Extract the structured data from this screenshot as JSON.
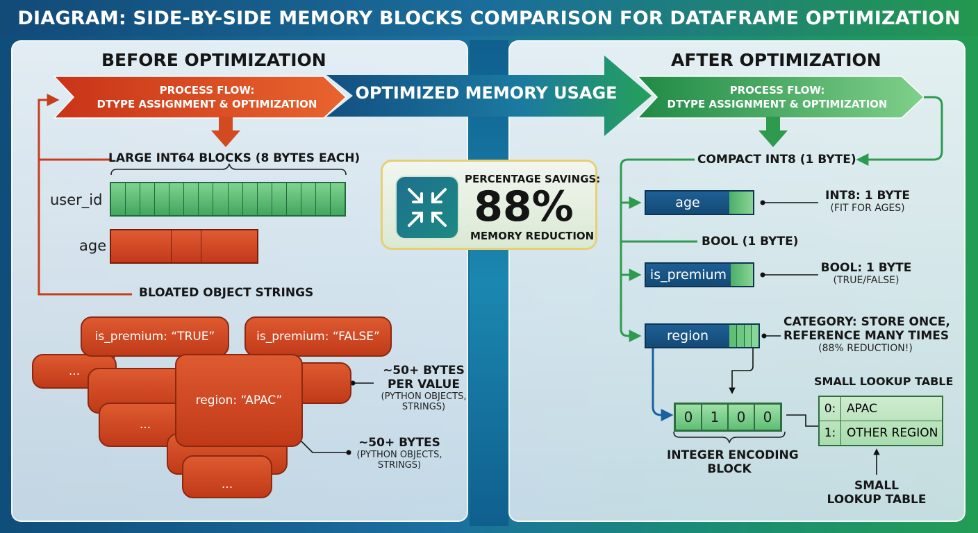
{
  "title": "DIAGRAM: SIDE-BY-SIDE MEMORY BLOCKS COMPARISON FOR DATAFRAME OPTIMIZATION",
  "before": {
    "header": "BEFORE OPTIMIZATION",
    "process_line1": "PROCESS FLOW:",
    "process_line2": "DTYPE ASSIGNMENT & OPTIMIZATION",
    "int64_label": "LARGE INT64 BLOCKS (8 BYTES EACH)",
    "field_user_id": "user_id",
    "field_age": "age",
    "strings_label": "BLOATED OBJECT STRINGS",
    "bubble_premium_true": "is_premium: “TRUE”",
    "bubble_premium_false": "is_premium: “FALSE”",
    "bubble_region": "region: “APAC”",
    "ellipsis": "...",
    "note1_title_1": "~50+ BYTES",
    "note1_title_2": "PER VALUE",
    "note1_sub_1": "(PYTHON OBJECTS,",
    "note1_sub_2": "STRINGS)",
    "note2_title": "~50+ BYTES",
    "note2_sub_1": "(PYTHON OBJECTS,",
    "note2_sub_2": "STRINGS)"
  },
  "center": {
    "banner": "OPTIMIZED MEMORY USAGE",
    "savings_label": "PERCENTAGE SAVINGS:",
    "savings_value": "88%",
    "savings_caption": "MEMORY REDUCTION",
    "icon": "compress-arrows-icon"
  },
  "after": {
    "header": "AFTER OPTIMIZATION",
    "process_line1": "PROCESS FLOW:",
    "process_line2": "DTYPE ASSIGNMENT & OPTIMIZATION",
    "int8_label": "COMPACT INT8 (1 BYTE)",
    "field_age": "age",
    "int8_note_1": "INT8: 1 BYTE",
    "int8_note_2": "(FIT FOR AGES)",
    "bool_label": "BOOL (1 BYTE)",
    "field_premium": "is_premium",
    "bool_note_1": "BOOL: 1 BYTE",
    "bool_note_2": "(TRUE/FALSE)",
    "field_region": "region",
    "cat_note_1": "CATEGORY: STORE ONCE,",
    "cat_note_2": "REFERENCE MANY TIMES",
    "cat_note_3": "(88% REDUCTION!)",
    "encoding": [
      "0",
      "1",
      "0",
      "0"
    ],
    "encoding_label_1": "INTEGER ENCODING",
    "encoding_label_2": "BLOCK",
    "lookup_title": "SMALL LOOKUP TABLE",
    "lookup_rows": [
      {
        "key": "0:",
        "value": "APAC"
      },
      {
        "key": "1:",
        "value": "OTHER REGION"
      }
    ],
    "lookup_caption_1": "SMALL",
    "lookup_caption_2": "LOOKUP TABLE"
  },
  "colors": {
    "before_red": "#c63d1c",
    "after_green": "#2e9a4e",
    "banner_blue": "#155c8c",
    "field_blue": "#174f7e"
  }
}
